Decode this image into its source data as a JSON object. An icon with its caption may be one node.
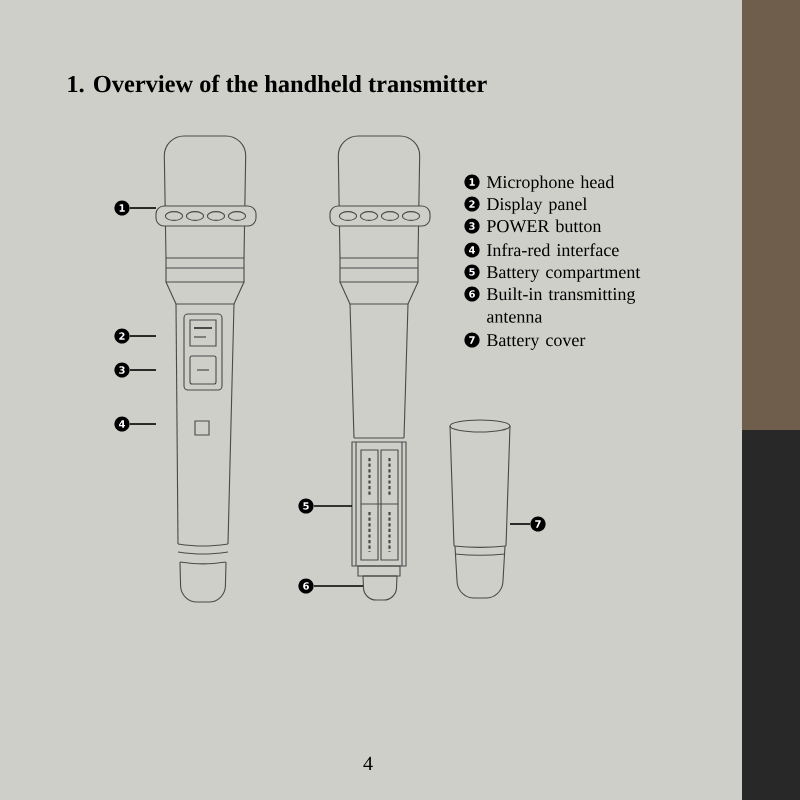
{
  "diagram": {
    "title": "1. Overview of the handheld transmitter",
    "nodes": [
      {
        "text": [
          "1"
        ]
      },
      {
        "text": [
          "2"
        ]
      },
      {
        "text": [
          "3"
        ]
      },
      {
        "text": [
          "4"
        ]
      },
      {
        "text": [
          "5"
        ]
      },
      {
        "text": [
          "6"
        ]
      },
      {
        "text": [
          "7"
        ]
      },
      {
        "text": [],
        "shape": "picture"
      },
      {
        "text": [],
        "shape": "box"
      },
      {
        "text": [],
        "shape": "box"
      },
      {
        "text": [],
        "shape": "cylinder"
      }
    ],
    "edges": [
      {
        "from": 0,
        "to": 7,
        "arrow": "none"
      },
      {
        "from": 1,
        "to": 7,
        "arrow": "none"
      },
      {
        "from": 2,
        "to": 7,
        "arrow": "none"
      },
      {
        "from": 3,
        "to": 7,
        "arrow": "none"
      },
      {
        "from": 4,
        "to": 8,
        "arrow": "none"
      },
      {
        "from": 5,
        "to": 9,
        "arrow": "none"
      },
      {
        "from": 6,
        "to": 10,
        "arrow": "none"
      }
    ],
    "labels": [
      "1",
      "Microphone head",
      "2",
      "Display panel",
      "3",
      "POWER button",
      "4",
      "Infra-red interface",
      "5",
      "Battery compartment",
      "6",
      "Built-in transmitting antenna",
      "7",
      "Battery cover",
      "4"
    ]
  }
}
